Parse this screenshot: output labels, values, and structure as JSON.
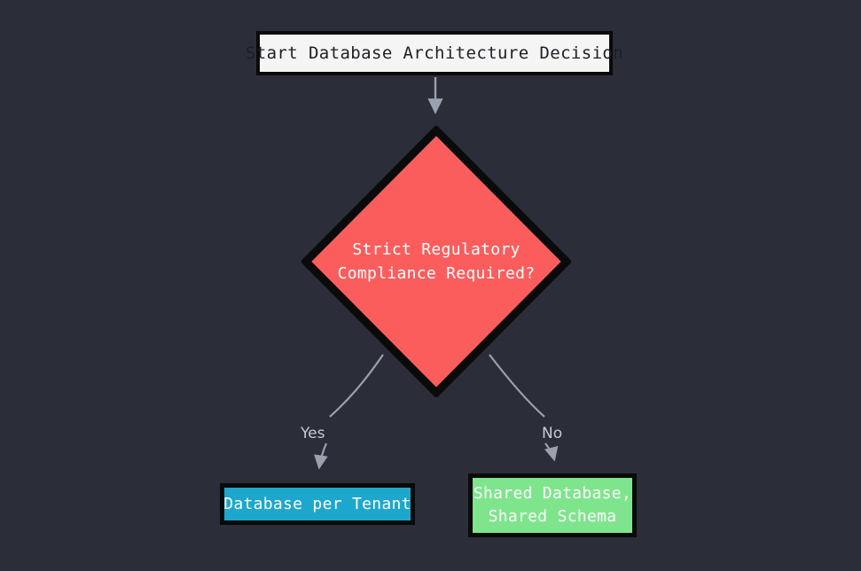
{
  "diagram": {
    "title": "Database Architecture Decision",
    "background_color": "#2b2e38",
    "nodes": {
      "start": {
        "id": "start",
        "shape": "rectangle",
        "label": "Start Database Architecture Decision",
        "fill_color": "#f5f5f5",
        "border_color": "#0a0a0a",
        "text_color": "#1d1f26"
      },
      "decision": {
        "id": "decision",
        "shape": "diamond",
        "label_line1": "Strict Regulatory",
        "label_line2": "Compliance Required?",
        "fill_color": "#fb5d5d",
        "border_color": "#0a0a0a",
        "text_color": "#ffffff"
      },
      "outcome_yes": {
        "id": "outcome_yes",
        "shape": "rectangle",
        "label": "Database per Tenant",
        "fill_color": "#1ea7cc",
        "border_color": "#0a0a0a",
        "text_color": "#ffffff"
      },
      "outcome_no": {
        "id": "outcome_no",
        "shape": "rectangle",
        "label_line1": "Shared Database,",
        "label_line2": "Shared Schema",
        "fill_color": "#7fe58c",
        "border_color": "#0a0a0a",
        "text_color": "#ffffff"
      }
    },
    "edges": [
      {
        "from": "start",
        "to": "decision",
        "label": ""
      },
      {
        "from": "decision",
        "to": "outcome_yes",
        "label": "Yes"
      },
      {
        "from": "decision",
        "to": "outcome_no",
        "label": "No"
      }
    ],
    "edge_style": {
      "line_color": "#9aa0ad",
      "arrowhead_color": "#9aa0ad",
      "label_color": "#c6cad4"
    }
  }
}
